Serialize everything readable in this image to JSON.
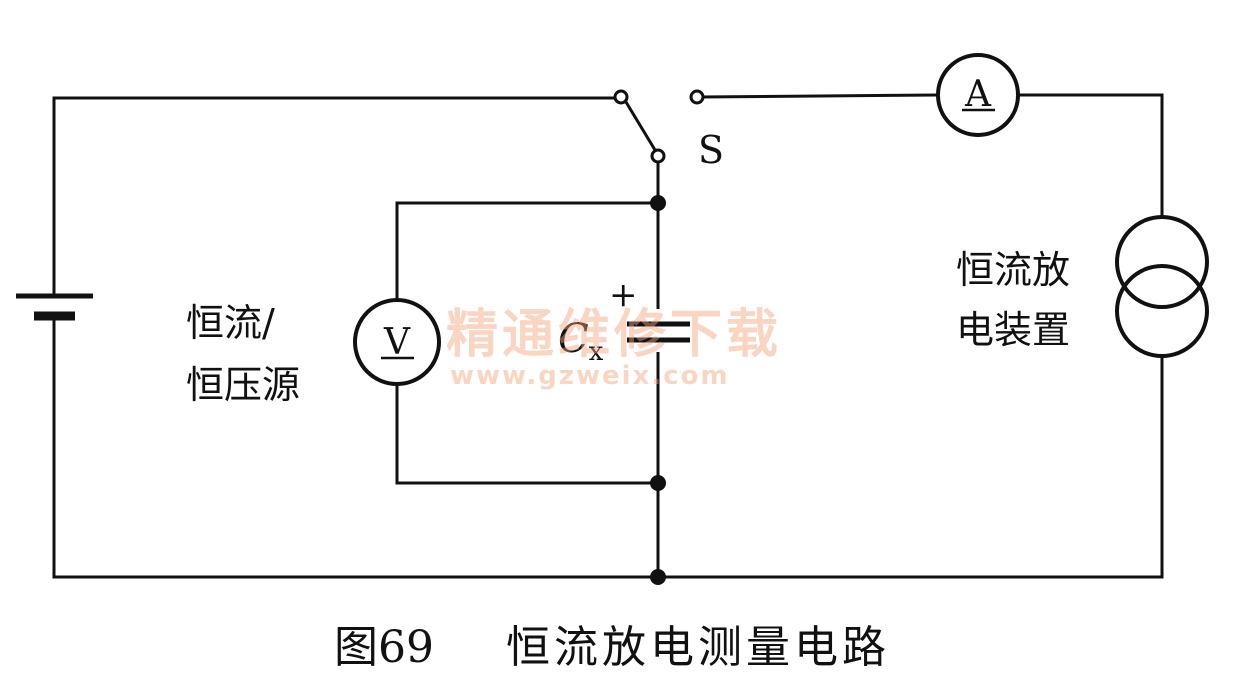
{
  "labels": {
    "switch": "S",
    "ammeter": "A",
    "voltmeter": "V",
    "capacitor": "C",
    "capacitor_sub": "x",
    "capacitor_plus": "+",
    "source_line1": "恒流/",
    "source_line2": "恒压源",
    "discharge_line1": "恒流放",
    "discharge_line2": "电装置"
  },
  "watermark": {
    "title": "精通维修下载",
    "url": "www.gzweix.com",
    "color": "#f4a37a"
  },
  "caption": {
    "figure": "图69",
    "title": "恒流放电测量电路"
  }
}
